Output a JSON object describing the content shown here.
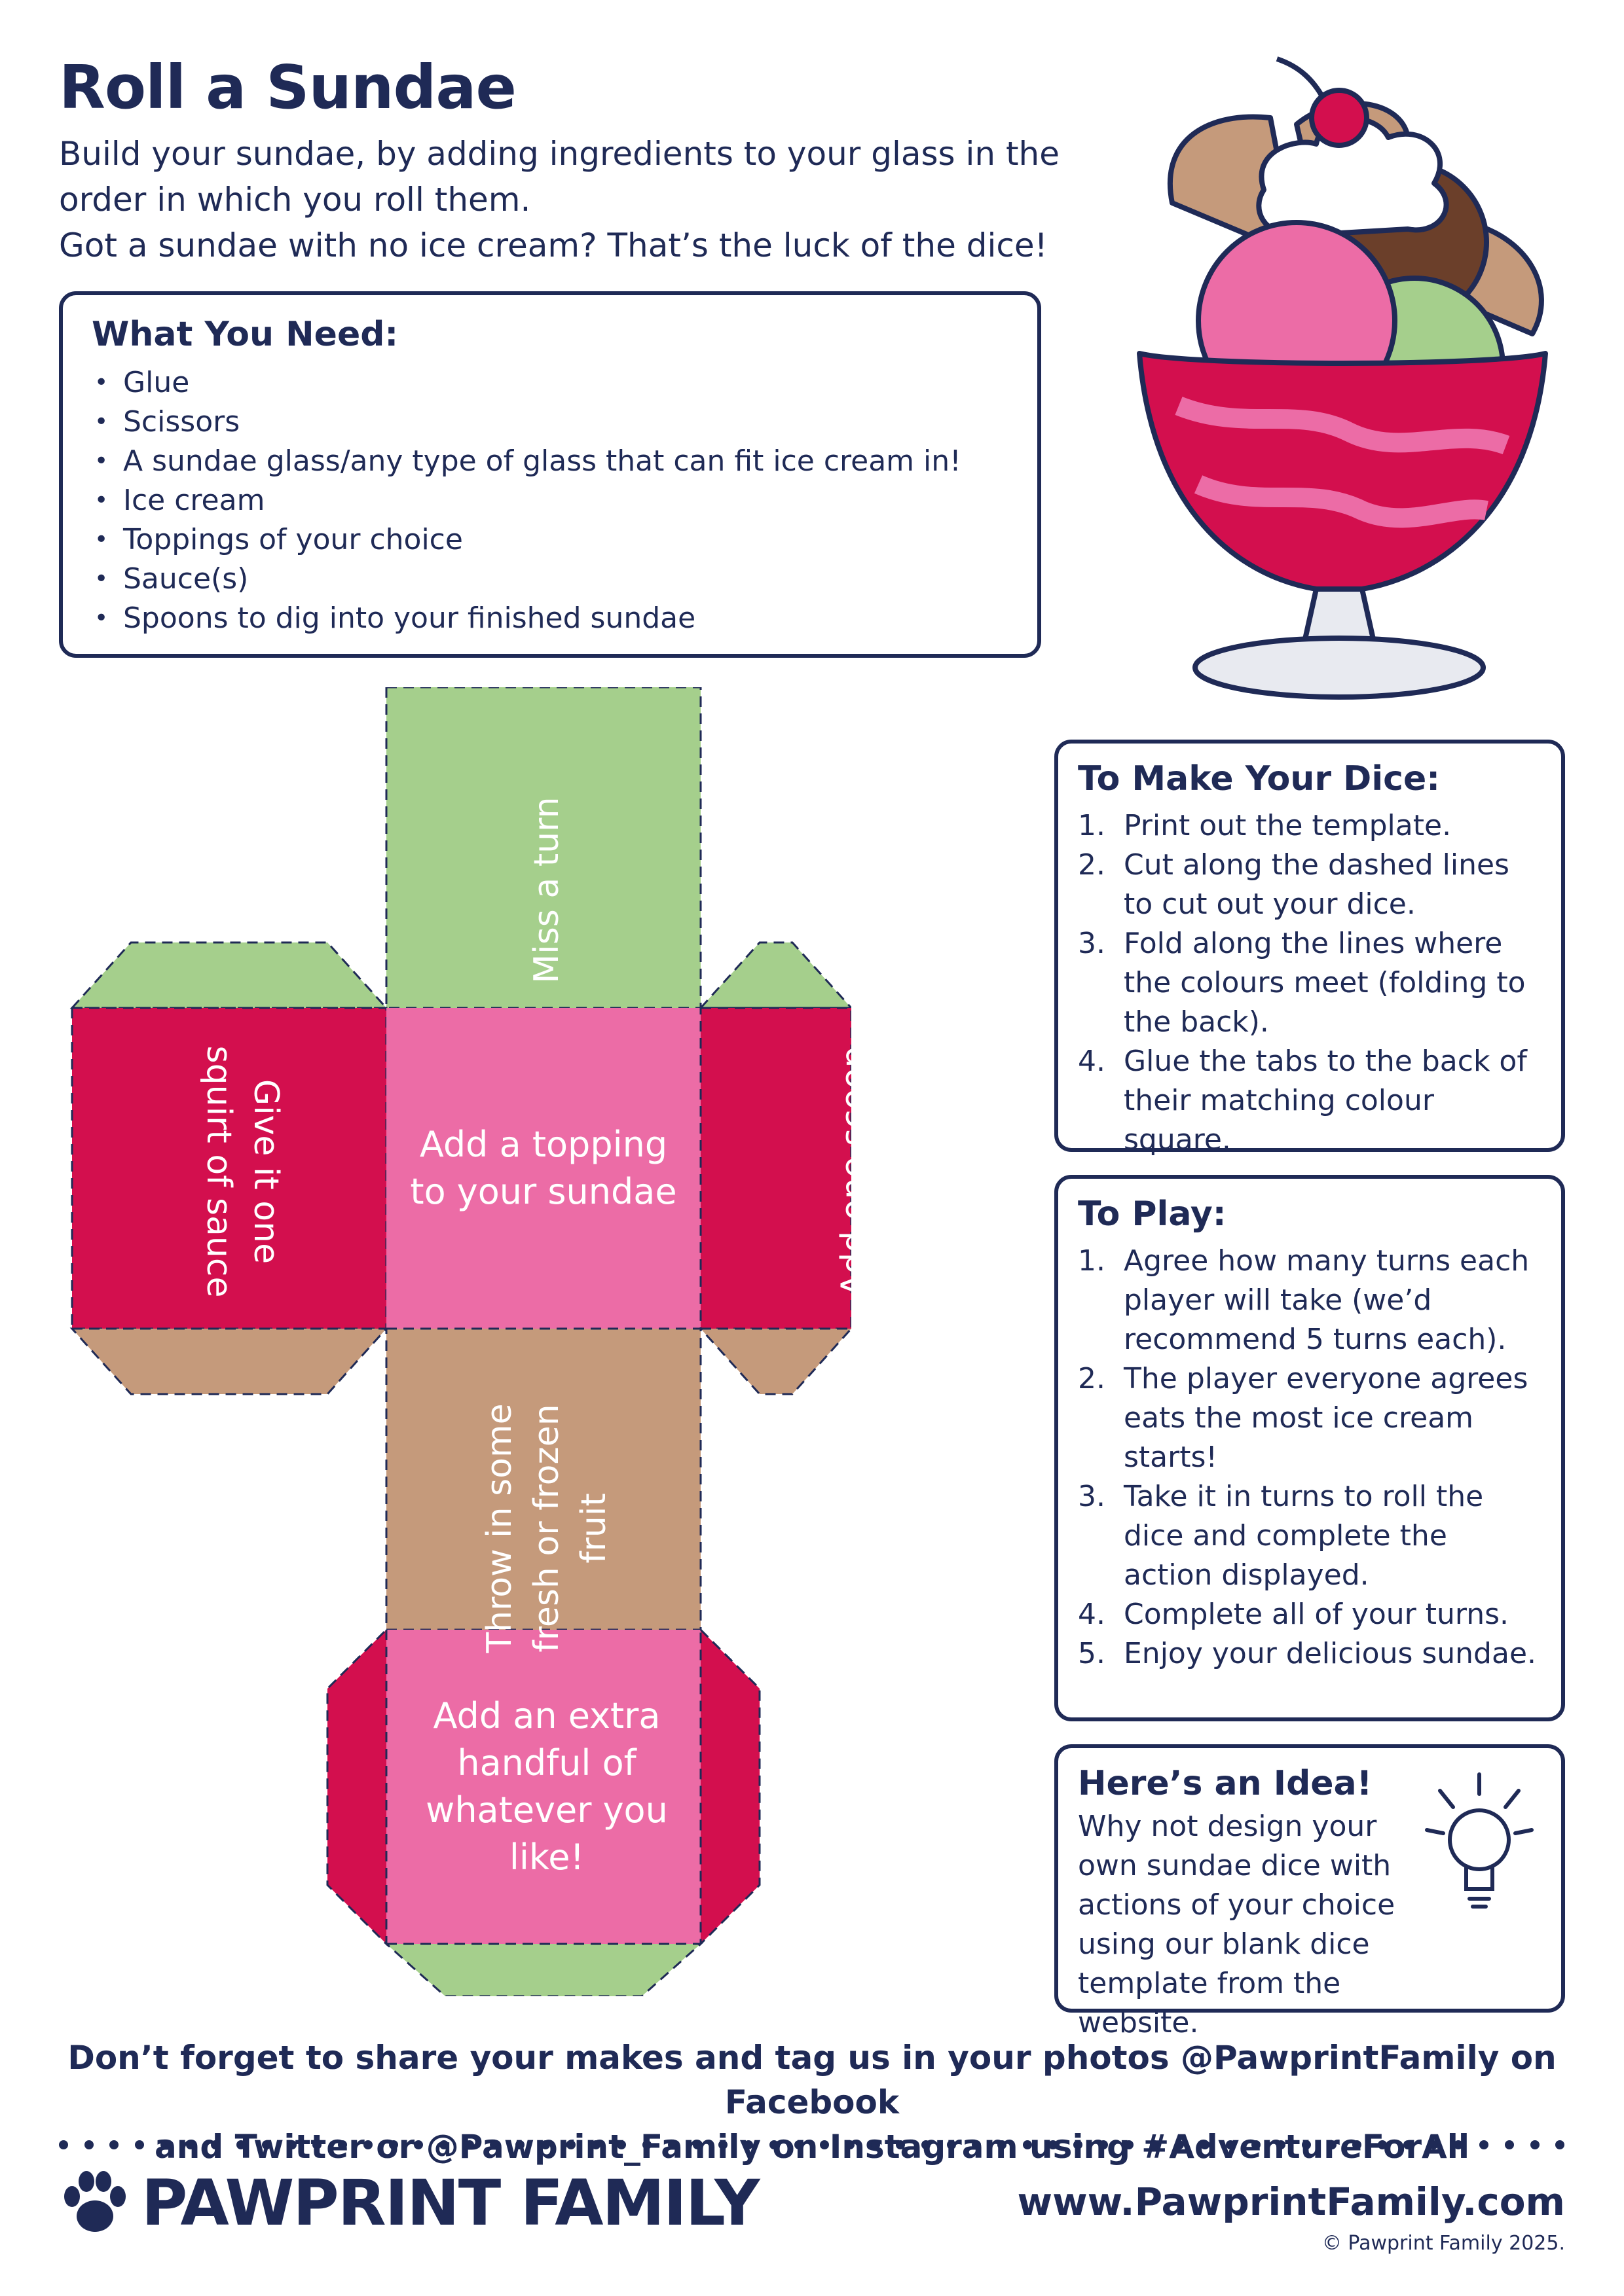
{
  "title": "Roll a Sundae",
  "intro": [
    "Build your sundae, by adding ingredients to your glass in the",
    "order in which you roll them.",
    "Got a sundae with no ice cream? That’s the luck of the dice!"
  ],
  "needs": {
    "heading": "What You Need:",
    "items": [
      "Glue",
      "Scissors",
      "A sundae glass/any type of glass that can fit ice cream in!",
      "Ice cream",
      "Toppings of your choice",
      "Sauce(s)",
      "Spoons to dig into your finished sundae"
    ]
  },
  "dice": {
    "top": "Miss a turn",
    "center": "Add a topping to your sundae",
    "left": "Give it one squirt of sauce",
    "right": "Add one scoop of ice cream",
    "below": "Throw in some fresh or frozen fruit",
    "bottom": "Add an extra handful of whatever you like!",
    "colors": {
      "green": "#a5cf8c",
      "pink": "#ec6ca6",
      "red": "#d30f4e",
      "tan": "#c59a7b"
    }
  },
  "make": {
    "heading": "To Make Your Dice:",
    "steps": [
      {
        "n": "1.",
        "text": "Print out the template."
      },
      {
        "n": "2.",
        "text": "Cut along the dashed lines to cut out your dice."
      },
      {
        "n": "3.",
        "text": "Fold along the lines where the colours meet (folding to the back)."
      },
      {
        "n": "4.",
        "text": "Glue the tabs to the back of their matching colour square."
      }
    ]
  },
  "play": {
    "heading": "To Play:",
    "steps": [
      {
        "n": "1.",
        "text": "Agree how many turns each player will take (we’d recommend 5 turns each)."
      },
      {
        "n": "2.",
        "text": "The player everyone agrees eats the most ice cream starts!"
      },
      {
        "n": "3.",
        "text": "Take it in turns to roll the dice and complete the action displayed."
      },
      {
        "n": "4.",
        "text": "Complete all of your turns."
      },
      {
        "n": "5.",
        "text": "Enjoy your delicious sundae."
      }
    ]
  },
  "idea": {
    "heading": "Here’s an Idea!",
    "text": "Why not design your own sundae dice with actions of your choice using our blank dice template from the website."
  },
  "share": [
    "Don’t forget to share your makes and tag us in your photos @PawprintFamily on Facebook",
    "and Twitter or @Pawprint_Family on Instagram using #AdventureForAll"
  ],
  "brand": {
    "name": "PAWPRINT FAMILY",
    "website": "www.PawprintFamily.com",
    "copyright": "© Pawprint Family 2025.",
    "navy": "#1f2a56"
  }
}
